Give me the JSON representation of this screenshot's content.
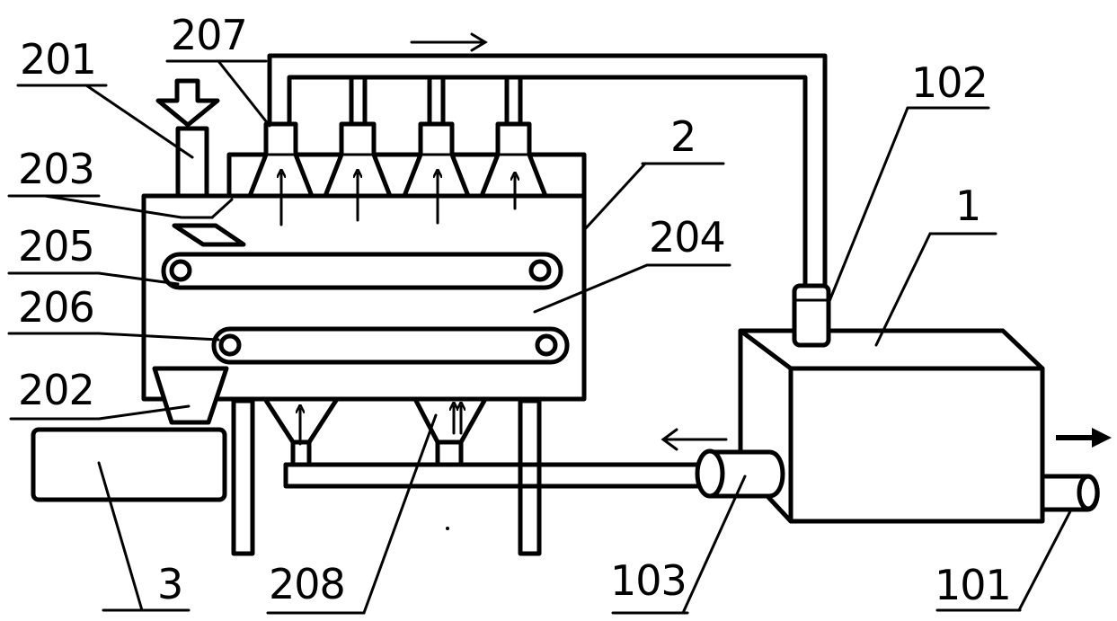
{
  "diagram": {
    "labels": {
      "l1": "1",
      "l2": "2",
      "l3": "3",
      "l101": "101",
      "l102": "102",
      "l103": "103",
      "l201": "201",
      "l202": "202",
      "l203": "203",
      "l204": "204",
      "l205": "205",
      "l206": "206",
      "l207": "207",
      "l208": "208"
    }
  }
}
